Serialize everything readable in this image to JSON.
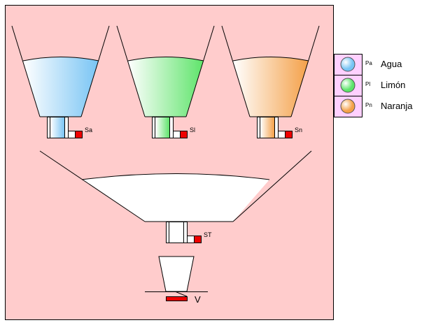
{
  "tanks": [
    {
      "id": "agua",
      "sensor_label": "Sa",
      "color": "#78c4f4"
    },
    {
      "id": "limon",
      "sensor_label": "Sl",
      "color": "#5ee46a"
    },
    {
      "id": "naranja",
      "sensor_label": "Sn",
      "color": "#f4a048"
    }
  ],
  "mixer": {
    "sensor_label": "ST"
  },
  "cup": {
    "valve_label": "V"
  },
  "legend": [
    {
      "code": "Pa",
      "label": "Agua",
      "color": "#78c4f4"
    },
    {
      "code": "Pl",
      "label": "Limón",
      "color": "#5ee46a"
    },
    {
      "code": "Pn",
      "label": "Naranja",
      "color": "#f4a048"
    }
  ]
}
